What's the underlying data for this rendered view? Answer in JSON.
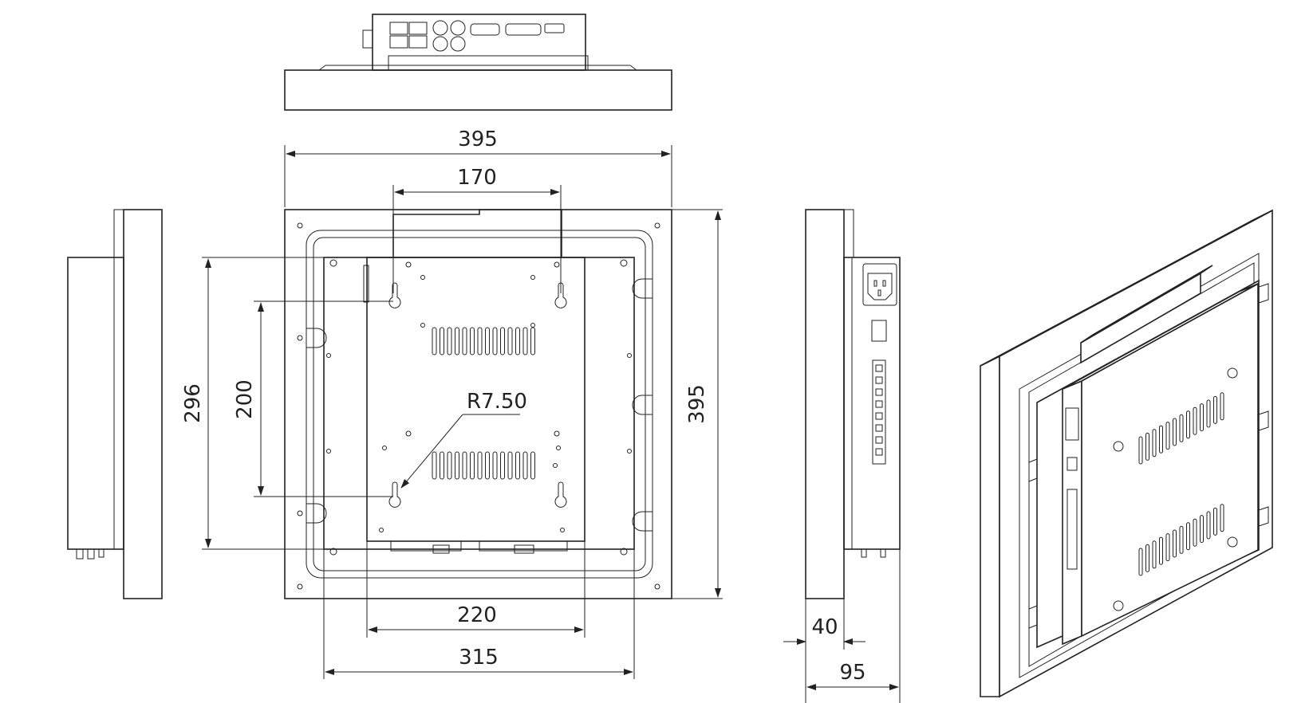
{
  "dimensions": {
    "overall_width": "395",
    "hole_spacing_horizontal": "170",
    "overall_height": "395",
    "cutout_height": "296",
    "hole_spacing_vertical": "200",
    "hole_radius": "R7.50",
    "chassis_width": "220",
    "cutout_width": "315",
    "front_depth": "40",
    "total_depth": "95"
  },
  "colors": {
    "line": "#222222",
    "background": "#ffffff"
  }
}
